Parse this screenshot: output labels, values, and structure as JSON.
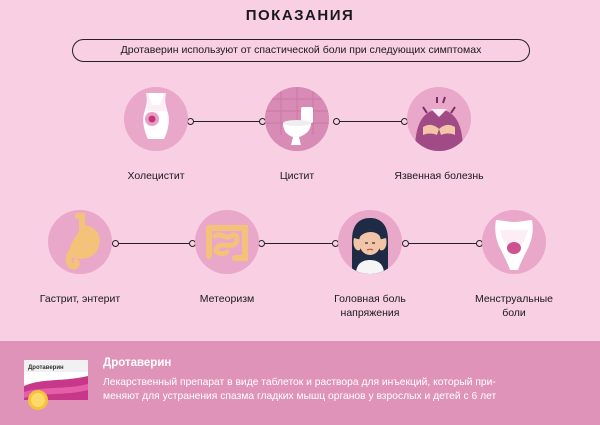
{
  "header": {
    "title": "ПОКАЗАНИЯ",
    "subtitle": "Дротаверин используют от спастической боли при следующих симптомах"
  },
  "row1": [
    {
      "label": "Холецистит",
      "icon": "torso-icon"
    },
    {
      "label": "Цистит",
      "icon": "toilet-icon"
    },
    {
      "label": "Язвенная болезнь",
      "icon": "stomach-pain-icon"
    }
  ],
  "row2": [
    {
      "label": "Гастрит, энтерит",
      "icon": "stomach-icon"
    },
    {
      "label": "Метеоризм",
      "icon": "intestines-icon"
    },
    {
      "label_line1": "Головная боль",
      "label_line2": "напряжения",
      "icon": "headache-woman-icon"
    },
    {
      "label_line1": "Менструальные",
      "label_line2": "боли",
      "icon": "pelvis-icon"
    }
  ],
  "footer": {
    "pack_label": "Дротаверин",
    "title": "Дротаверин",
    "line1": "Лекарственный препарат в виде таблеток и раствора для инъекций, который при-",
    "line2": "меняют для устранения спазма гладких мышц органов у взрослых и детей с 6 лет"
  },
  "colors": {
    "background": "#f8cfe3",
    "circle": "#e9a7c9",
    "footer": "#e093b9"
  }
}
